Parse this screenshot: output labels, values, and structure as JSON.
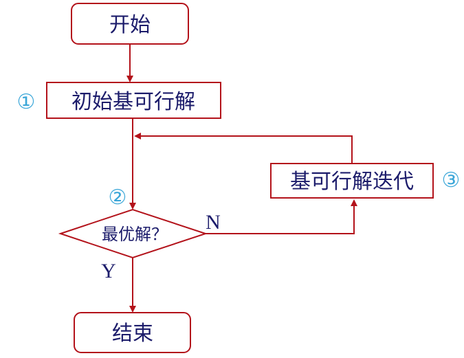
{
  "nodes": {
    "start": "开始",
    "init": "初始基可行解",
    "iterate": "基可行解迭代",
    "decision": "最优解？",
    "end": "结束"
  },
  "step_markers": {
    "one": "①",
    "two": "②",
    "three": "③"
  },
  "branches": {
    "no": "N",
    "yes": "Y"
  },
  "colors": {
    "stroke": "#b3121a",
    "text": "#1c1c6b",
    "marker": "#3aa6d8"
  }
}
